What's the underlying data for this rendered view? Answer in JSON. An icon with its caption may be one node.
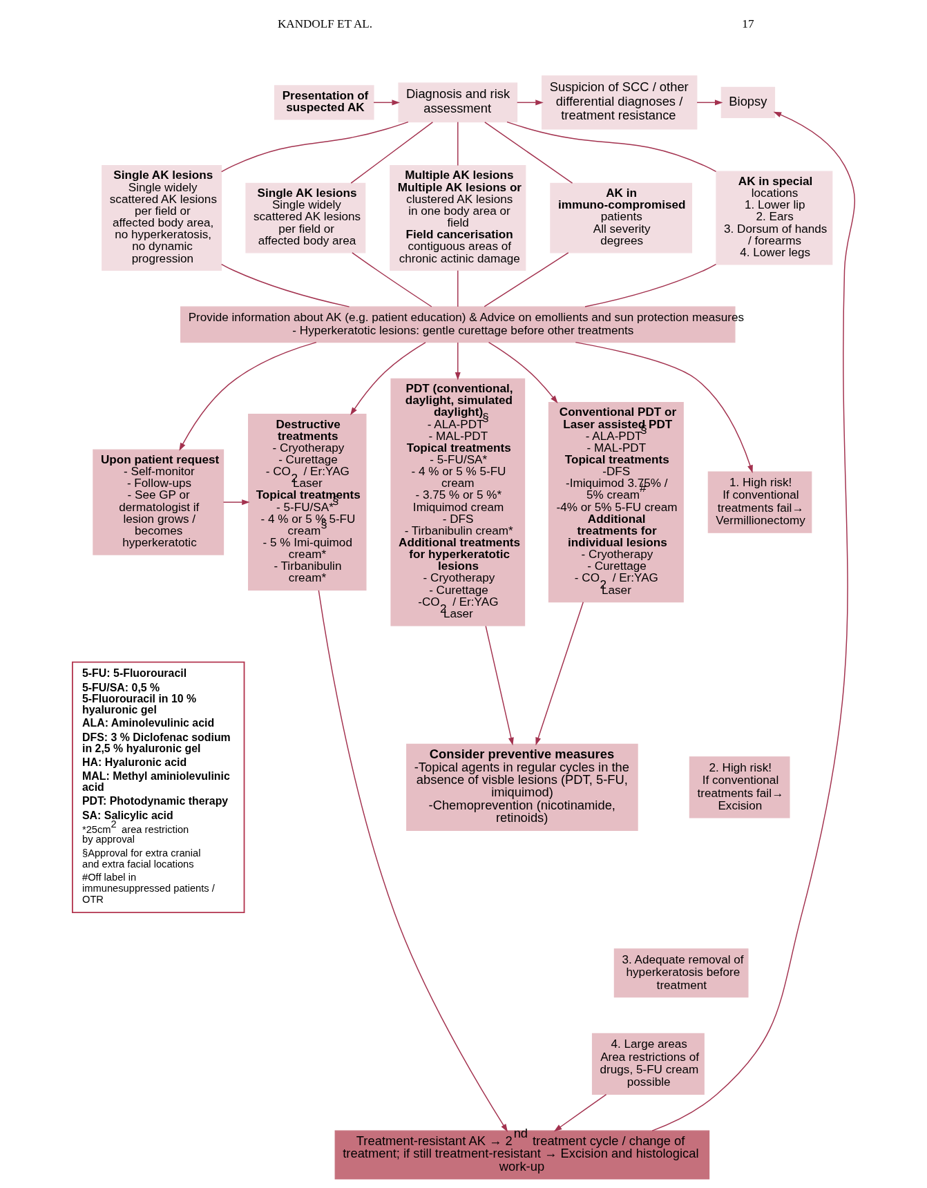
{
  "diagram": {
    "nodes": [
      {
        "text": [
          "Presentation of suspected AK"
        ]
      },
      {
        "text": [
          "Diagnosis and risk assessment"
        ]
      },
      {
        "text": [
          "Suspicion of SCC / other differential diagnoses / treatment resistance"
        ]
      },
      {
        "text": [
          "Biopsy"
        ]
      },
      {
        "text": [
          "Single AK lesions",
          "Single widely scattered AK lesions per field or affected body area, no hyperkeratosis, no dynamic progression"
        ]
      },
      {
        "text": [
          "Single AK lesions",
          "Single widely scattered AK lesions per field or affected body area"
        ]
      },
      {
        "text": [
          "Multiple AK lesions Multiple AK lesions or",
          "clustered AK lesions in one body area or field",
          "Field cancerisation",
          "contiguous areas of chronic actinic damage"
        ]
      },
      {
        "text": [
          "AK in immuno-compromised",
          "patients",
          "All severity degrees"
        ]
      },
      {
        "text": [
          "AK in special",
          "locations",
          "1. Lower lip",
          "2. Ears",
          "3. Dorsum of hands / forearms",
          "4. Lower legs"
        ]
      },
      {
        "text": [
          "Provide information about AK (e.g. patient education) & Advice on emollients and sun protection measures",
          "- Hyperkeratotic lesions: gentle curettage before other treatments"
        ]
      },
      {
        "text": [
          "Upon patient request",
          "- Self-monitor",
          "- Follow-ups",
          "- See GP or dermatologist if lesion grows / becomes hyperkeratotic"
        ]
      },
      {
        "text": [
          "Destructive treatments",
          "- Cryotherapy",
          "- Curettage",
          "- CO$_{2}$ / Er:YAG Laser",
          "Topical treatments",
          "- 5-FU/SA*$^{§}$",
          "- 4 % or 5 % 5-FU cream$^{§}$",
          "- 5 % Imi-quimod cream*",
          "- Tirbanibulin cream*"
        ]
      },
      {
        "text": [
          "PDT (conventional, daylight, simulated daylight)",
          "- ALA-PDT$^{§}$",
          "- MAL-PDT",
          "Topical treatments",
          "- 5-FU/SA*",
          "- 4 % or 5 % 5-FU cream",
          "- 3.75 % or 5 %* Imiquimod cream",
          "- DFS",
          "- Tirbanibulin cream*",
          "Additional treatments for hyperkeratotic lesions",
          "- Cryotherapy",
          "- Curettage",
          "-CO$_{2}$ / Er:YAG Laser"
        ]
      },
      {
        "text": [
          "Conventional PDT or Laser assisted PDT",
          "- ALA-PDT$^{§}$",
          "- MAL-PDT",
          "Topical treatments",
          "-DFS",
          "-Imiquimod 3.75% / 5% cream$^{#}$",
          "-4% or 5% 5-FU cream",
          "Additional treatments for individual lesions",
          "- Cryotherapy",
          "- Curettage",
          "- CO$_{2}$ / Er:YAG Laser"
        ]
      },
      {
        "text": [
          "1. High risk!",
          "If conventional treatments fail→ Vermillionectomy"
        ]
      },
      {
        "text": [
          "2. High risk!",
          "If conventional treatments fail→ Excision"
        ]
      },
      {
        "text": [
          "3. Adequate removal of hyperkeratosis before treatment"
        ]
      },
      {
        "text": [
          "4. Large areas",
          "Area restrictions of drugs, 5-FU cream possible"
        ]
      },
      {
        "text": [
          "Consider preventive measures",
          "-Topical agents in regular cycles in the absence of visble lesions (PDT, 5-FU, imiquimod)",
          "-Chemoprevention (nicotinamide, retinoids)"
        ]
      },
      {
        "text": [
          "Treatment-resistant AK → 2$^{nd}$ treatment cycle / change of treatment; if still treatment-resistant → Excision and histological work-up"
        ]
      },
      {
        "text": [
          "5-FU: 5-Fluorouracil",
          "5-FU/SA: 0,5 % 5-Fluorouracil in 10 % hyaluronic gel",
          "ALA: Aminolevulinic acid",
          "DFS: 3 % Diclofenac sodium in 2,5 % hyaluronic gel",
          "HA: Hyaluronic acid",
          "MAL: Methyl aminiolevulinic acid",
          "PDT: Photodynamic therapy",
          "SA: Salicylic acid",
          "*25cm$^{2}$ area restriction by approval",
          "§Approval for extra cranial and extra facial locations",
          "#Off label in immunesuppressed patients / OTR"
        ]
      }
    ],
    "edges": [
      {
        "from": 0,
        "to": 1,
        "arrow": "to"
      },
      {
        "from": 1,
        "to": 2,
        "arrow": "to"
      },
      {
        "from": 2,
        "to": 3,
        "arrow": "to"
      },
      {
        "from": 1,
        "to": 4,
        "arrow": "none"
      },
      {
        "from": 1,
        "to": 5,
        "arrow": "none"
      },
      {
        "from": 1,
        "to": 6,
        "arrow": "none"
      },
      {
        "from": 1,
        "to": 7,
        "arrow": "none"
      },
      {
        "from": 1,
        "to": 8,
        "arrow": "none"
      },
      {
        "from": 4,
        "to": 9,
        "arrow": "none"
      },
      {
        "from": 5,
        "to": 9,
        "arrow": "none"
      },
      {
        "from": 6,
        "to": 9,
        "arrow": "none"
      },
      {
        "from": 7,
        "to": 9,
        "arrow": "none"
      },
      {
        "from": 8,
        "to": 9,
        "arrow": "none"
      },
      {
        "from": 9,
        "to": 10,
        "arrow": "to"
      },
      {
        "from": 9,
        "to": 11,
        "arrow": "to"
      },
      {
        "from": 9,
        "to": 12,
        "arrow": "to"
      },
      {
        "from": 9,
        "to": 13,
        "arrow": "to"
      },
      {
        "from": 9,
        "to": 14,
        "arrow": "to"
      },
      {
        "from": 10,
        "to": 11,
        "arrow": "to"
      },
      {
        "from": 11,
        "to": 19,
        "arrow": "to"
      },
      {
        "from": 12,
        "to": 18,
        "arrow": "to"
      },
      {
        "from": 13,
        "to": 18,
        "arrow": "to"
      },
      {
        "from": 17,
        "to": 19,
        "arrow": "to"
      },
      {
        "from": 19,
        "to": 3,
        "arrow": "to"
      }
    ],
    "labels": [
      "KANDOLF ET AL.",
      "17"
    ]
  }
}
